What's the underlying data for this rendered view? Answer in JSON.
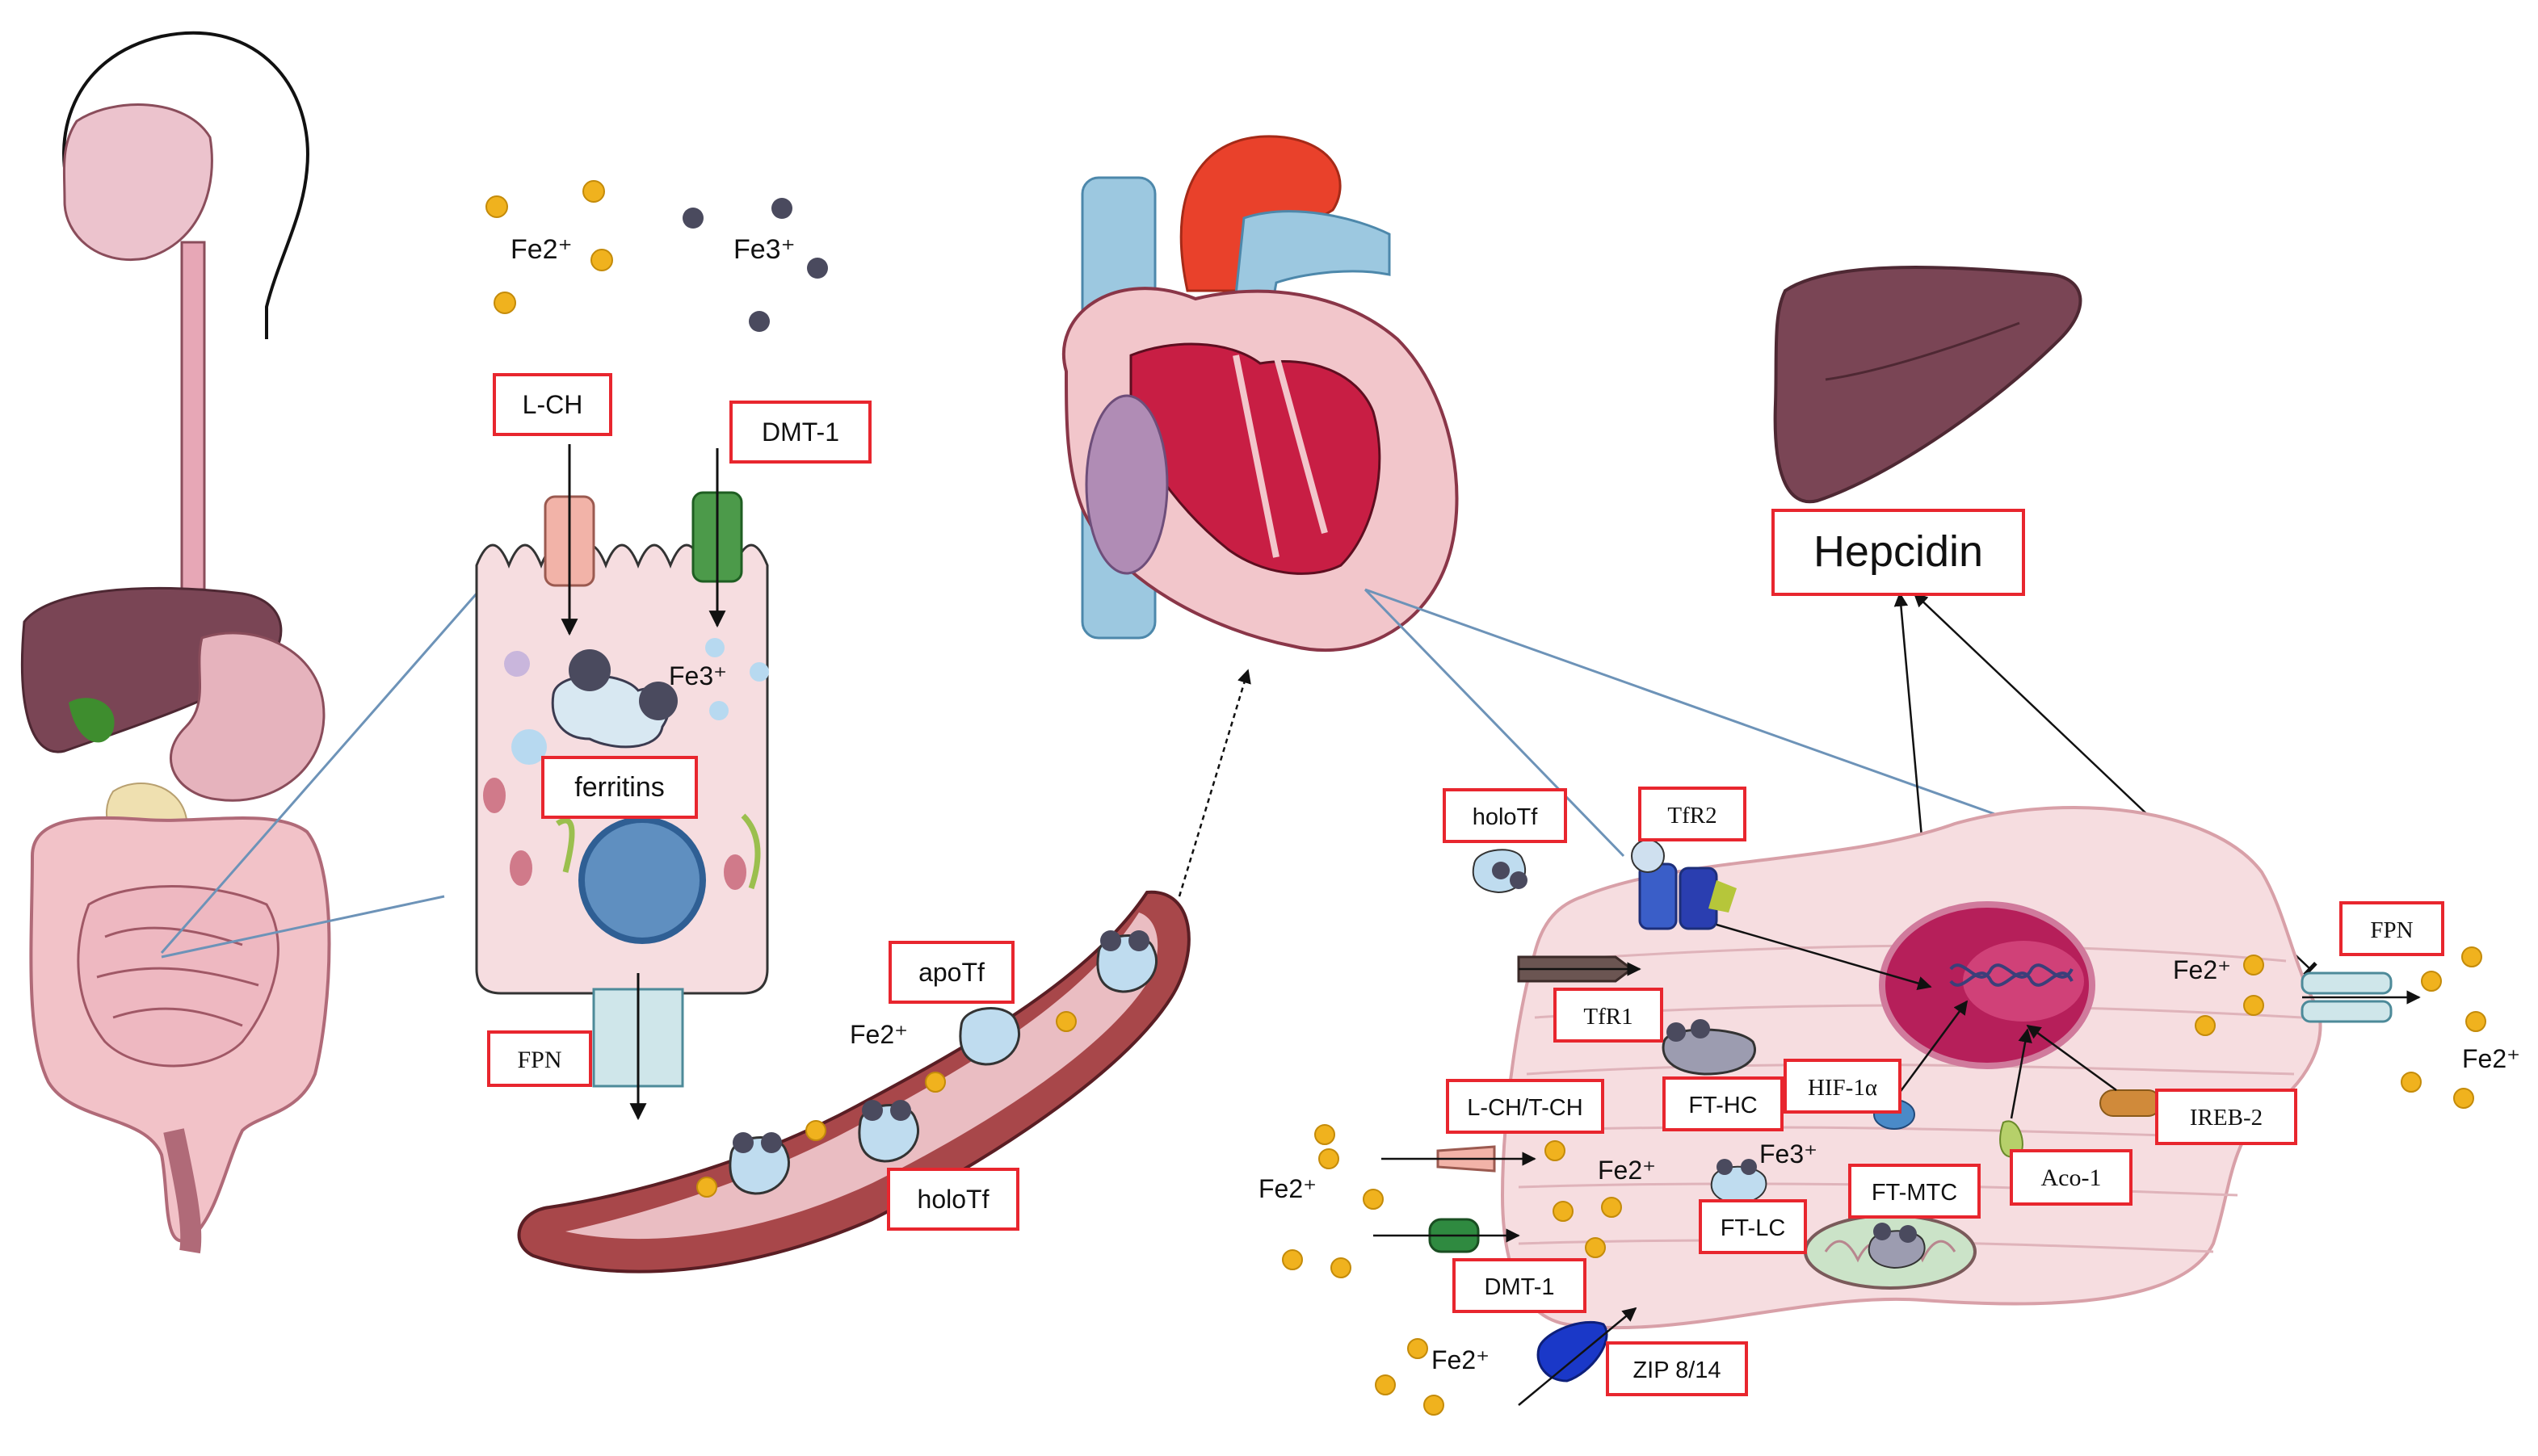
{
  "colors": {
    "label_border": "#e8262e",
    "fe2_ion": "#f0b21e",
    "fe3_ion": "#4a4a5e",
    "heart_red": "#c81e44",
    "vessel_blue": "#9cc8e0",
    "liver": "#7a4555",
    "cell_pink": "#f6dde0",
    "connector": "#6d93b8"
  },
  "ions": {
    "fe2": "Fe2⁺",
    "fe3": "Fe3⁺"
  },
  "enterocyte": {
    "lch": "L-CH",
    "dmt1": "DMT-1",
    "fe3": "Fe3⁺",
    "ferritins": "ferritins",
    "fpn": "FPN"
  },
  "vessel": {
    "apotf": "apoTf",
    "fe2": "Fe2⁺",
    "holotf": "holoTf"
  },
  "liver": {
    "hepcidin": "Hepcidin"
  },
  "cardiomyocyte": {
    "holotf": "holoTf",
    "tfr2": "TfR2",
    "tfr1": "TfR1",
    "fthc": "FT-HC",
    "hif1a": "HIF-1α",
    "ireb2": "IREB-2",
    "aco1": "Aco-1",
    "lch_tch": "L-CH/T-CH",
    "ftlc": "FT-LC",
    "ftmtc": "FT-MTC",
    "dmt1": "DMT-1",
    "zip": "ZIP 8/14",
    "fpn": "FPN",
    "fe2_inside": "Fe2⁺",
    "fe3_inside": "Fe3⁺",
    "fe2_left": "Fe2⁺",
    "fe2_bottom": "Fe2⁺",
    "fe2_export": "Fe2⁺",
    "fe2_out_right": "Fe2⁺"
  }
}
